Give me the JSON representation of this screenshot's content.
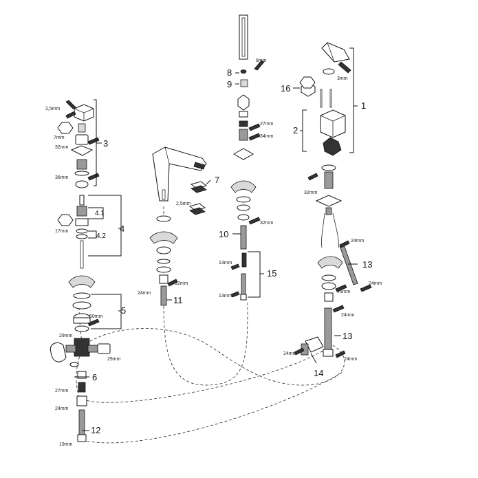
{
  "callouts": {
    "c1": "1",
    "c2": "2",
    "c3": "3",
    "c4": "4",
    "c4_1": "4.1",
    "c4_2": "4.2",
    "c5": "5",
    "c6": "6",
    "c7": "7",
    "c8": "8",
    "c9": "9",
    "c10": "10",
    "c11": "11",
    "c12": "12",
    "c13a": "13",
    "c13b": "13",
    "c14": "14",
    "c15": "15",
    "c16": "16"
  },
  "dimensions": {
    "d_2_5mm_a": "2,5mm",
    "d_7mm": "7mm",
    "d_32mm_a": "32mm",
    "d_36mm": "36mm",
    "d_17mm": "17mm",
    "d_50mm": "50mm",
    "d_29mm_a": "29mm",
    "d_29mm_b": "29mm",
    "d_27mm_a": "27mm",
    "d_24mm_a": "24mm",
    "d_19mm": "19mm",
    "d_2_5mm_b": "2,5mm",
    "d_24mm_b": "24mm",
    "d_32mm_b": "32mm",
    "d_8mm": "8mm",
    "d_27mm_b": "27mm",
    "d_34mm": "34mm",
    "d_32mm_c": "32mm",
    "d_13mm_a": "13mm",
    "d_13mm_b": "13mm",
    "d_3mm": "3mm",
    "d_32mm_d": "32mm",
    "d_24mm_c": "24mm",
    "d_46mm": "46mm",
    "d_24mm_d": "24mm",
    "d_24mm_e": "24mm",
    "d_24mm_f": "24mm",
    "d_24mm_g": "24mm"
  },
  "icons": {
    "hex_key_a": "hex-key-icon",
    "hex_key_b": "hex-key-icon"
  }
}
